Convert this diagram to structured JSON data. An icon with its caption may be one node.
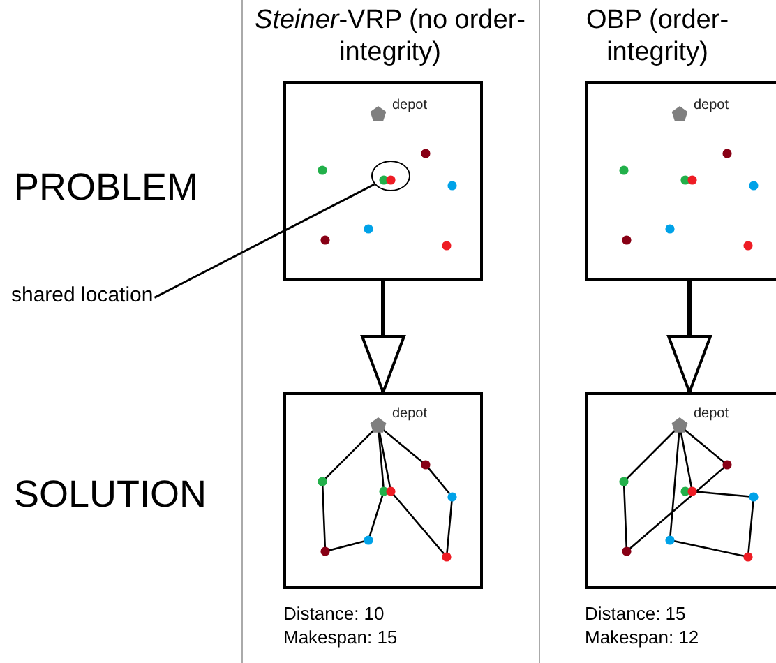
{
  "diagram": {
    "nodes": [
      {
        "text": [
          "depot"
        ]
      },
      {
        "text": [
          "depot"
        ],
        "beside": [
          "Distance: 10",
          "Makespan: 15"
        ]
      },
      {
        "text": [
          "depot"
        ]
      },
      {
        "text": [
          "depot"
        ],
        "beside": [
          "Distance: 15",
          "Makespan: 12"
        ]
      },
      {
        "text": [
          "shared location"
        ]
      },
      {
        "text": [],
        "shape": "circle",
        "in": 0
      }
    ],
    "edges": [
      {
        "from": 0,
        "to": 1,
        "arrow": "to"
      },
      {
        "from": 2,
        "to": 3,
        "arrow": "to"
      },
      {
        "from": 4,
        "to": 5,
        "arrow": "none"
      }
    ],
    "labels": [
      "*Steiner*-VRP (no order-integrity)",
      "OBP (order-integrity)",
      "PROBLEM",
      "SOLUTION"
    ]
  }
}
